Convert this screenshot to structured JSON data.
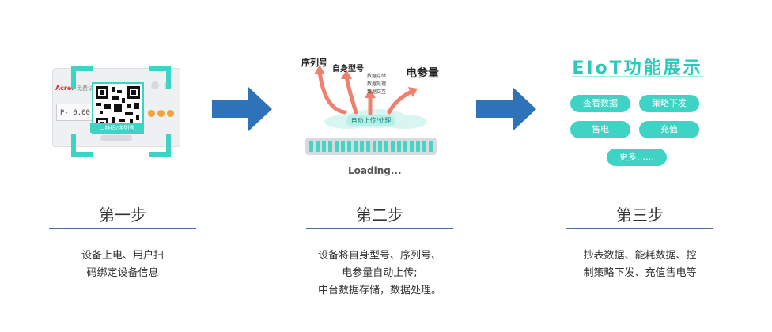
{
  "step1": {
    "meter": {
      "brand": "Acrel",
      "brand_cn": "免费试用",
      "display": "P- 0.00"
    },
    "qr_caption": "二维码/序列号",
    "title": "第一步",
    "desc": [
      "设备上电、用户扫",
      "码绑定设备信息"
    ]
  },
  "step2": {
    "labels": {
      "serial": "序列号",
      "model": "自身型号",
      "storage": "数据存储",
      "processing": "数据处理",
      "exchange": "数据交互",
      "energy": "电参量"
    },
    "upload_label": "自动上传/处理",
    "loading": "Loading...",
    "title": "第二步",
    "desc": [
      "设备将自身型号、序列号、",
      "电参量自动上传;",
      "中台数据存储，数据处理。"
    ]
  },
  "step3": {
    "eiot_title": "EIoT功能展示",
    "buttons": [
      "查看数据",
      "策略下发",
      "售电",
      "充值",
      "更多……"
    ],
    "title": "第三步",
    "desc": [
      "抄表数据、能耗数据、控",
      "制策略下发、充值售电等"
    ]
  },
  "colors": {
    "accent": "#3fd3c6",
    "arrow": "#2e73b8",
    "flow": "#f0806e",
    "underline": "#496f99"
  }
}
